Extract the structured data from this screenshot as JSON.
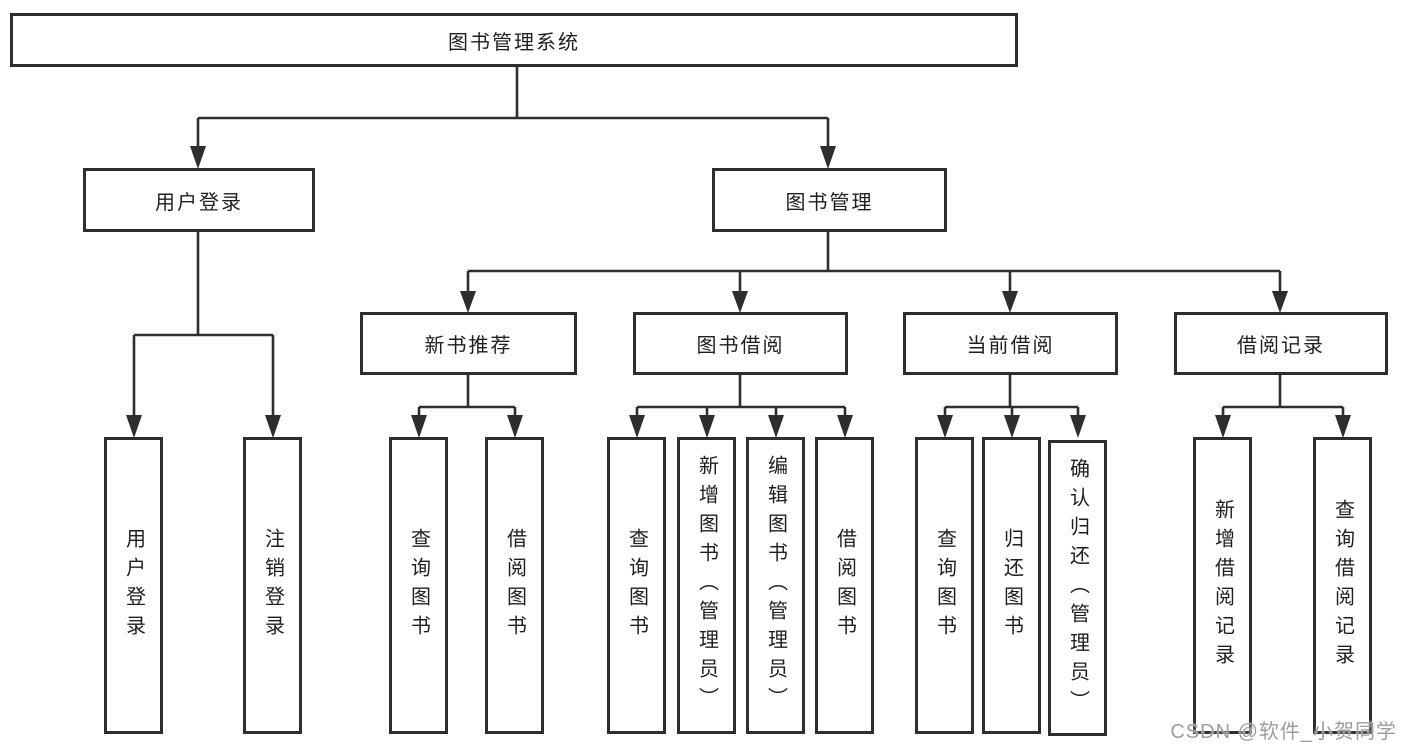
{
  "tree": {
    "root": {
      "label": "图书管理系统"
    },
    "children": [
      {
        "label": "用户登录",
        "children": [
          {
            "label": "用户登录"
          },
          {
            "label": "注销登录"
          }
        ]
      },
      {
        "label": "图书管理",
        "children": [
          {
            "label": "新书推荐",
            "children": [
              {
                "label": "查询图书"
              },
              {
                "label": "借阅图书"
              }
            ]
          },
          {
            "label": "图书借阅",
            "children": [
              {
                "label": "查询图书"
              },
              {
                "label": "新增图书（管理员）"
              },
              {
                "label": "编辑图书（管理员）"
              },
              {
                "label": "借阅图书"
              }
            ]
          },
          {
            "label": "当前借阅",
            "children": [
              {
                "label": "查询图书"
              },
              {
                "label": "归还图书"
              },
              {
                "label": "确认归还（管理员）"
              }
            ]
          },
          {
            "label": "借阅记录",
            "children": [
              {
                "label": "新增借阅记录"
              },
              {
                "label": "查询借阅记录"
              }
            ]
          }
        ]
      }
    ]
  },
  "watermark": {
    "text": "CSDN @软件_小贺同学"
  },
  "colors": {
    "line": "#2e2e2e",
    "box_border": "#2e2e2e",
    "text": "#1f1f1f",
    "watermark": "#9d9d9d",
    "background": "#ffffff"
  }
}
